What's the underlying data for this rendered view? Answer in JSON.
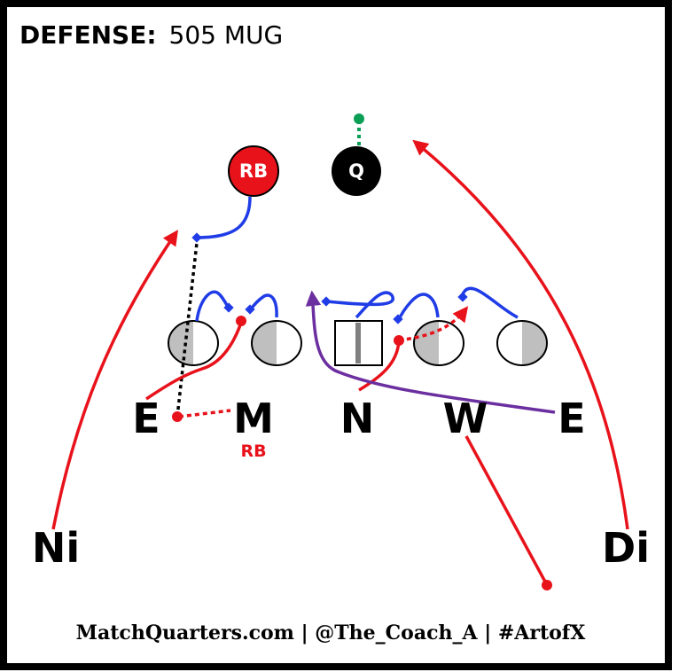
{
  "title": {
    "prefix": "DEFENSE:",
    "name": "505 MUG"
  },
  "backs": {
    "rb": "RB",
    "qb": "Q"
  },
  "defenders": {
    "end_left": "E",
    "mike": "M",
    "nose": "N",
    "will": "W",
    "end_right": "E",
    "nickel": "Ni",
    "dime": "Di"
  },
  "mike_assignment": "RB",
  "footer": "MatchQuarters.com | @The_Coach_A | #ArtofX",
  "colors": {
    "rush": "#e8121b",
    "protection": "#1f3ce6",
    "purple": "#6b2fa0",
    "snap": "#0b9e55",
    "black": "#000000",
    "shade": "#bfbfbf"
  }
}
